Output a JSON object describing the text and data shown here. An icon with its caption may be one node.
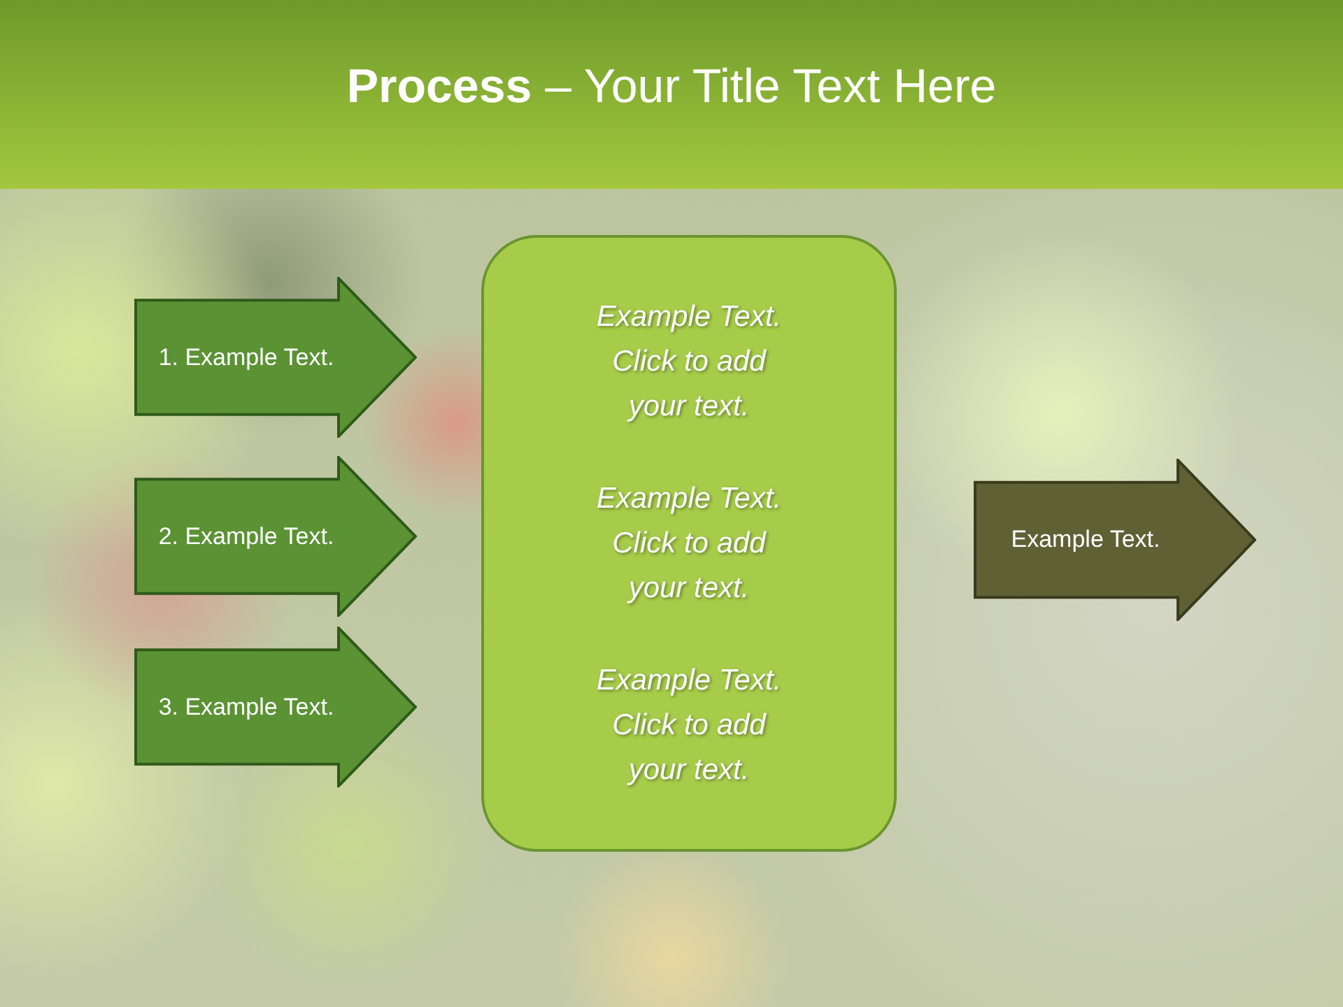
{
  "diagram": {
    "title": "**Process** – Your Title Text Here",
    "nodes": [
      {
        "text": [
          "1. Example Text."
        ]
      },
      {
        "text": [
          "2. Example Text."
        ]
      },
      {
        "text": [
          "3. Example Text."
        ]
      },
      {
        "text": [
          "Example Text. Click  to add your text.",
          "Example Text. Click  to add your text.",
          "Example Text. Click  to add your text."
        ]
      },
      {
        "text": [
          "Example Text."
        ]
      }
    ]
  }
}
